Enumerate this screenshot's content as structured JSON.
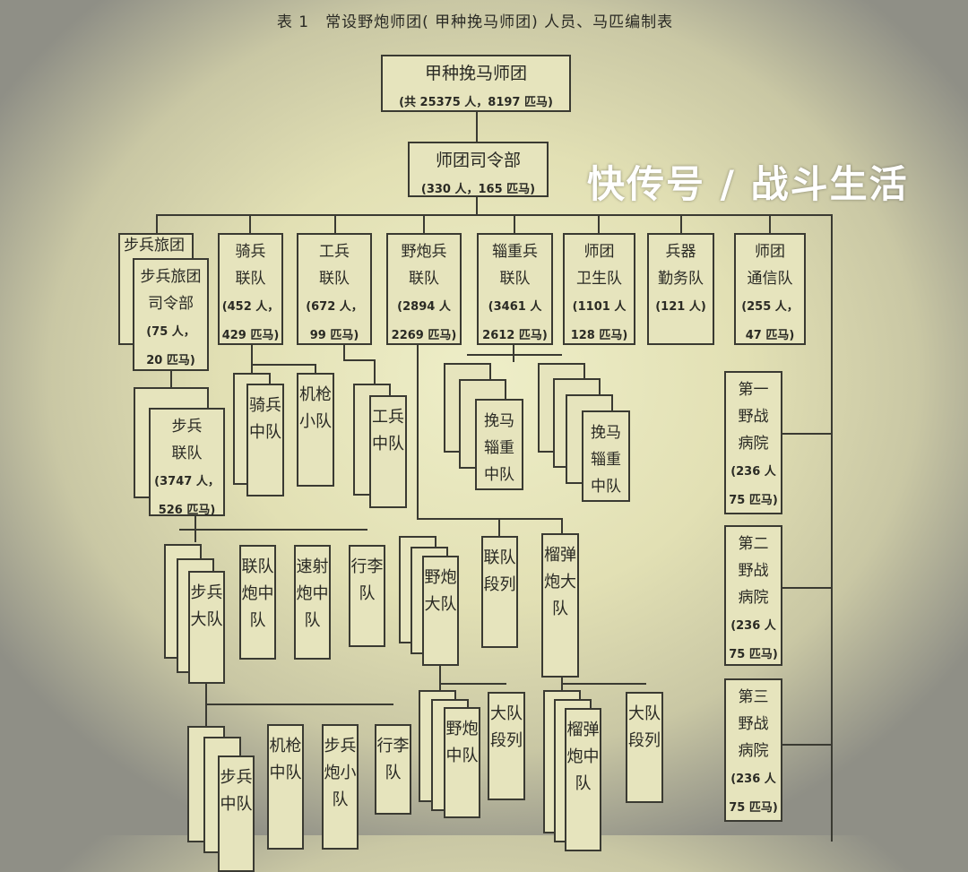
{
  "title": "表 1　常设野炮师团( 甲种挽马师团) 人员、马匹编制表",
  "root": {
    "name": "甲种挽马师团",
    "stats": "(共 25375 人，8197 匹马)"
  },
  "hq": {
    "name": "师团司令部",
    "stats": "(330 人，165 匹马)"
  },
  "brigade": {
    "name": "步兵旅团",
    "back_name": "步兵旅团",
    "sub": "司令部",
    "stats": "(75 人，\n20 匹马)"
  },
  "cavalry": {
    "name": "骑兵\n联队",
    "stats": "(452 人，\n429 匹马)"
  },
  "engineer": {
    "name": "工兵\n联队",
    "stats": "(672 人，\n99 匹马)"
  },
  "artillery": {
    "name": "野炮兵\n联队",
    "stats": "(2894 人\n2269 匹马)"
  },
  "transport": {
    "name": "辎重兵\n联队",
    "stats": "(3461 人\n2612 匹马)"
  },
  "medical": {
    "name": "师团\n卫生队",
    "stats": "(1101 人\n128 匹马)"
  },
  "ordnance": {
    "name": "兵器\n勤务队",
    "stats": "(121 人)"
  },
  "signal": {
    "name": "师团\n通信队",
    "stats": "(255 人，\n47 匹马)"
  },
  "inf_regiment": {
    "name": "步兵\n联队",
    "stats": "(3747 人，\n526 匹马)"
  },
  "cav_company": "骑兵中队",
  "mg_platoon": "机枪小队",
  "eng_company": "工兵中队",
  "horse_transport": "挽马\n辎重\n中队",
  "hospitals": [
    {
      "name": "第一\n野战\n病院",
      "stats": "(236 人\n75 匹马)"
    },
    {
      "name": "第二\n野战\n病院",
      "stats": "(236 人\n75 匹马)"
    },
    {
      "name": "第三\n野战\n病院",
      "stats": "(236 人\n75 匹马)"
    }
  ],
  "inf_battalion": "步兵大队",
  "reg_gun_company": "联队炮中队",
  "rapid_gun_company": "速射炮中队",
  "baggage": "行李队",
  "fa_battalion": "野炮大队",
  "reg_train": "联队段列",
  "howitzer_battalion": "榴弹炮大队",
  "inf_company": "步兵中队",
  "mg_company": "机枪中队",
  "inf_gun_platoon": "步兵炮小队",
  "baggage2": "行李队",
  "fa_company": "野炮中队",
  "bat_train": "大队段列",
  "howitzer_company": "榴弹炮中队",
  "bat_train2": "大队段列",
  "watermark": "快传号 / 战斗生活"
}
